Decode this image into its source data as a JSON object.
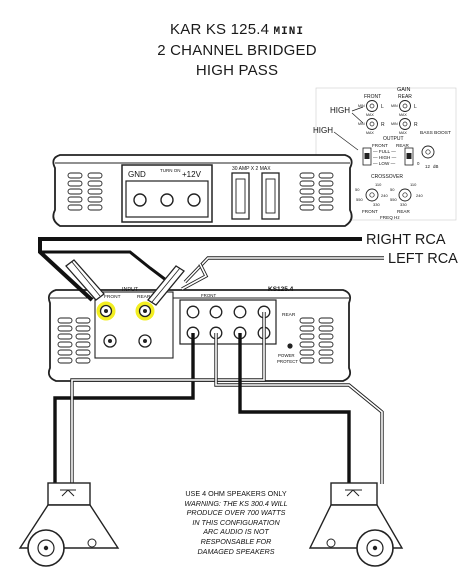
{
  "title": {
    "model_prefix": "KAR KS 125.4",
    "model_suffix": "MINI",
    "line2": "2 CHANNEL BRIDGED",
    "line3": "HIGH PASS"
  },
  "labels": {
    "right_rca": "RIGHT RCA",
    "left_rca": "LEFT RCA",
    "high_1": "HIGH",
    "high_2": "HIGH"
  },
  "control_panel": {
    "gain": "GAIN",
    "front": "FRONT",
    "rear": "REAR",
    "min": "MIN",
    "max": "MAX",
    "l": "L",
    "r": "R",
    "output": "OUTPUT",
    "bass_boost": "BASS BOOST",
    "full": "FULL",
    "high": "HIGH",
    "low": "LOW",
    "db_0": "0",
    "db_12": "12",
    "db": "dB",
    "crossover": "CROSSOVER",
    "freq_hz": "FREQ Hz",
    "f50": "50",
    "f110": "110",
    "f240": "240",
    "f330": "330",
    "f550": "550"
  },
  "amp_top": {
    "gnd": "GND",
    "turn_on": "TURN ON",
    "plus12v": "+12V",
    "fuse": "30 AMP X 2 MAX"
  },
  "amp_bottom": {
    "input": "INPUT",
    "front": "FRONT",
    "rear": "REAR",
    "model": "KS125.4",
    "speaker_front": "FRONT",
    "speaker_rear": "REAR",
    "power_protect": "POWER PROTECT"
  },
  "note_lines": [
    "USE 4 OHM SPEAKERS ONLY",
    "WARNING: THE KS 300.4 WILL",
    "PRODUCE OVER 700 WATTS",
    "IN THIS CONFIGURATION",
    "ARC AUDIO IS NOT",
    "RESPONSABLE FOR",
    "DAMAGED SPEAKERS"
  ]
}
